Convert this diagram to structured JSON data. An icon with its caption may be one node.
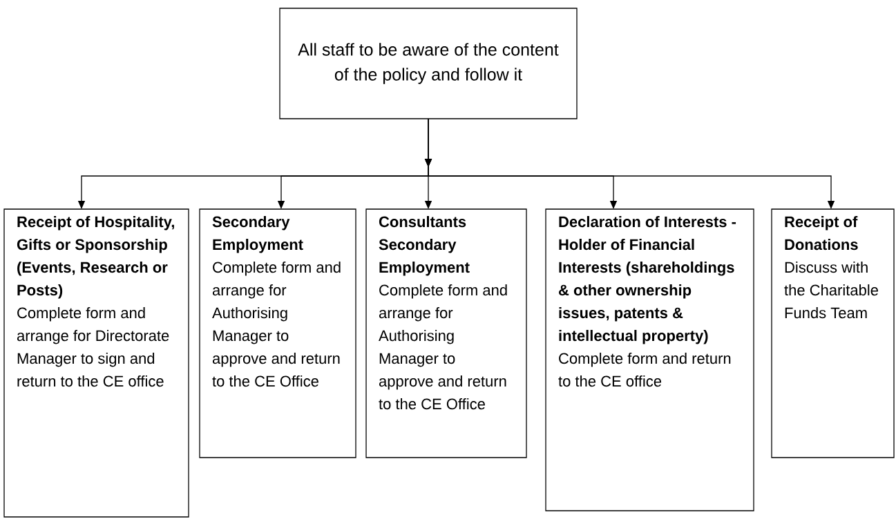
{
  "diagram": {
    "nodes": [
      {
        "text": [
          "All staff to be aware of the content of the policy and follow it"
        ]
      },
      {
        "text": [
          "Receipt of Hospitality, Gifts or Sponsorship (Events, Research or Posts)",
          "Complete form and arrange for Directorate Manager to sign and return to the CE office"
        ]
      },
      {
        "text": [
          "Secondary Employment",
          "Complete form and arrange for Authorising Manager to approve and return to the CE Office"
        ]
      },
      {
        "text": [
          "Consultants Secondary Employment",
          "Complete form and arrange for Authorising Manager to approve and return to the CE Office"
        ]
      },
      {
        "text": [
          "Declaration of Interests - Holder of Financial Interests (shareholdings & other ownership issues, patents & intellectual property)",
          "Complete form and return to the CE office"
        ]
      },
      {
        "text": [
          "Receipt of Donations",
          "Discuss with the Charitable Funds Team"
        ]
      }
    ],
    "edges": [
      {
        "from": 0,
        "to": 1,
        "arrow": "to"
      },
      {
        "from": 0,
        "to": 2,
        "arrow": "to"
      },
      {
        "from": 0,
        "to": 3,
        "arrow": "to"
      },
      {
        "from": 0,
        "to": 4,
        "arrow": "to"
      },
      {
        "from": 0,
        "to": 5,
        "arrow": "to"
      }
    ]
  }
}
